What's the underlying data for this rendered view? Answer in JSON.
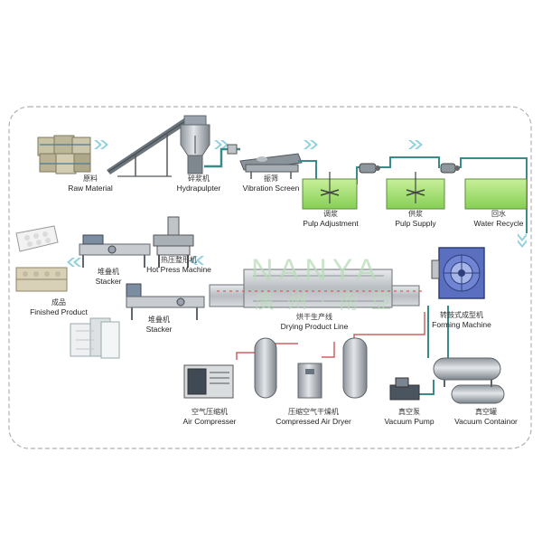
{
  "watermark": {
    "brand": "NANYA",
    "cn": "廣州·南亞"
  },
  "stations": {
    "raw_material": {
      "cn": "原料",
      "en": "Raw Material"
    },
    "hydrapulpter": {
      "cn": "碎浆机",
      "en": "Hydrapulpter"
    },
    "vibration_screen": {
      "cn": "振筛",
      "en": "Vibration Screen"
    },
    "pulp_adjustment": {
      "cn": "调浆",
      "en": "Pulp Adjustment"
    },
    "pulp_supply": {
      "cn": "供浆",
      "en": "Pulp Supply"
    },
    "water_recycle": {
      "cn": "回水",
      "en": "Water Recycle"
    },
    "stacker_top": {
      "cn": "堆叠机",
      "en": "Stacker"
    },
    "hot_press": {
      "cn": "热压整形机",
      "en": "Hot Press Machine"
    },
    "stacker_bottom": {
      "cn": "堆叠机",
      "en": "Stacker"
    },
    "finished_product": {
      "cn": "成品",
      "en": "Finished Product"
    },
    "drying_line": {
      "cn": "烘干生产线",
      "en": "Drying Product Line"
    },
    "forming_machine": {
      "cn": "转鼓式成型机",
      "en": "Forming Machine"
    },
    "air_compresser": {
      "cn": "空气压缩机",
      "en": "Air Compresser"
    },
    "air_dryer": {
      "cn": "压缩空气干燥机",
      "en": "Compressed Air Dryer"
    },
    "vacuum_pump": {
      "cn": "真空泵",
      "en": "Vacuum Pump"
    },
    "vacuum_container": {
      "cn": "真空罐",
      "en": "Vacuum Containor"
    }
  },
  "colors": {
    "frame": "#b0b0b0",
    "flow_arrow": "#8fd0e0",
    "pipe": "#3a8a8a",
    "pipe_red": "#d06060",
    "pulp": "#a6e27a",
    "machine": "#9aa3ad",
    "forming": "#4a5fb0"
  }
}
